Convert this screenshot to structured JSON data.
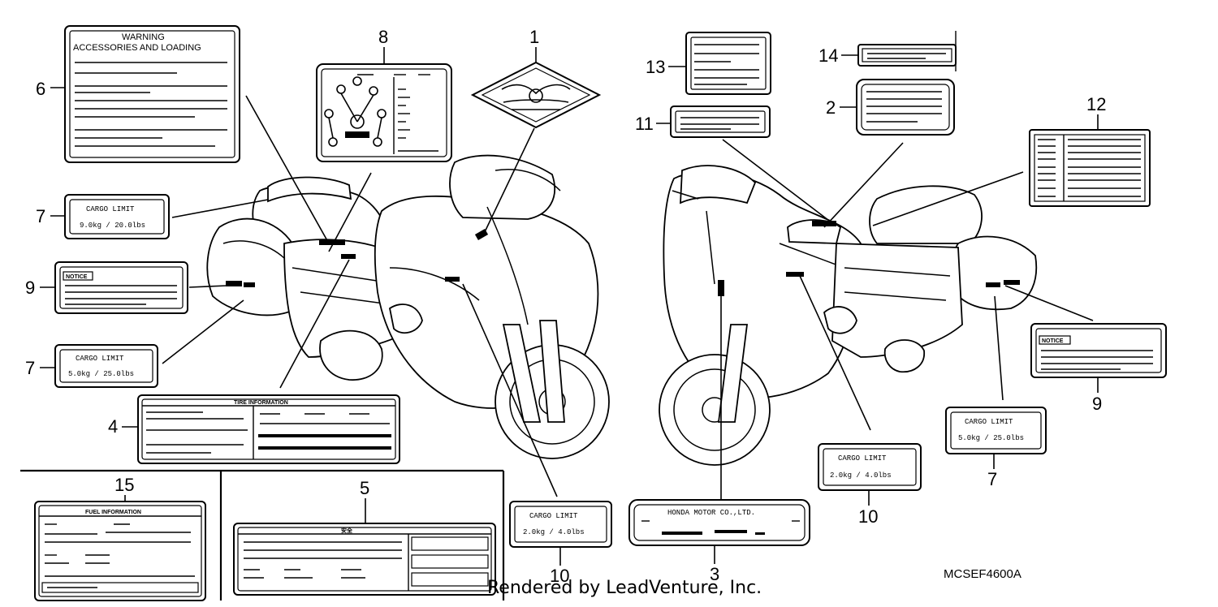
{
  "callouts": [
    "1",
    "2",
    "3",
    "4",
    "5",
    "6",
    "7",
    "8",
    "9",
    "10",
    "11",
    "12",
    "13",
    "14",
    "15"
  ],
  "labels": {
    "warning_title": "WARNING",
    "warning_subtitle": "ACCESSORIES AND LOADING",
    "cargo_title": "CARGO LIMIT",
    "cargo_9kg": "9.0kg / 20.0lbs",
    "cargo_5kg": "5.0kg / 25.0lbs",
    "cargo_2kg": "2.0kg / 4.0lbs",
    "notice": "NOTICE",
    "tire_info": "TIRE INFORMATION",
    "fuel_info": "FUEL INFORMATION",
    "honda_motor": "HONDA MOTOR CO.,LTD.",
    "emission": "安全"
  },
  "drawing_code": "MCSEF4600A",
  "footer": "Rendered by LeadVenture, Inc."
}
